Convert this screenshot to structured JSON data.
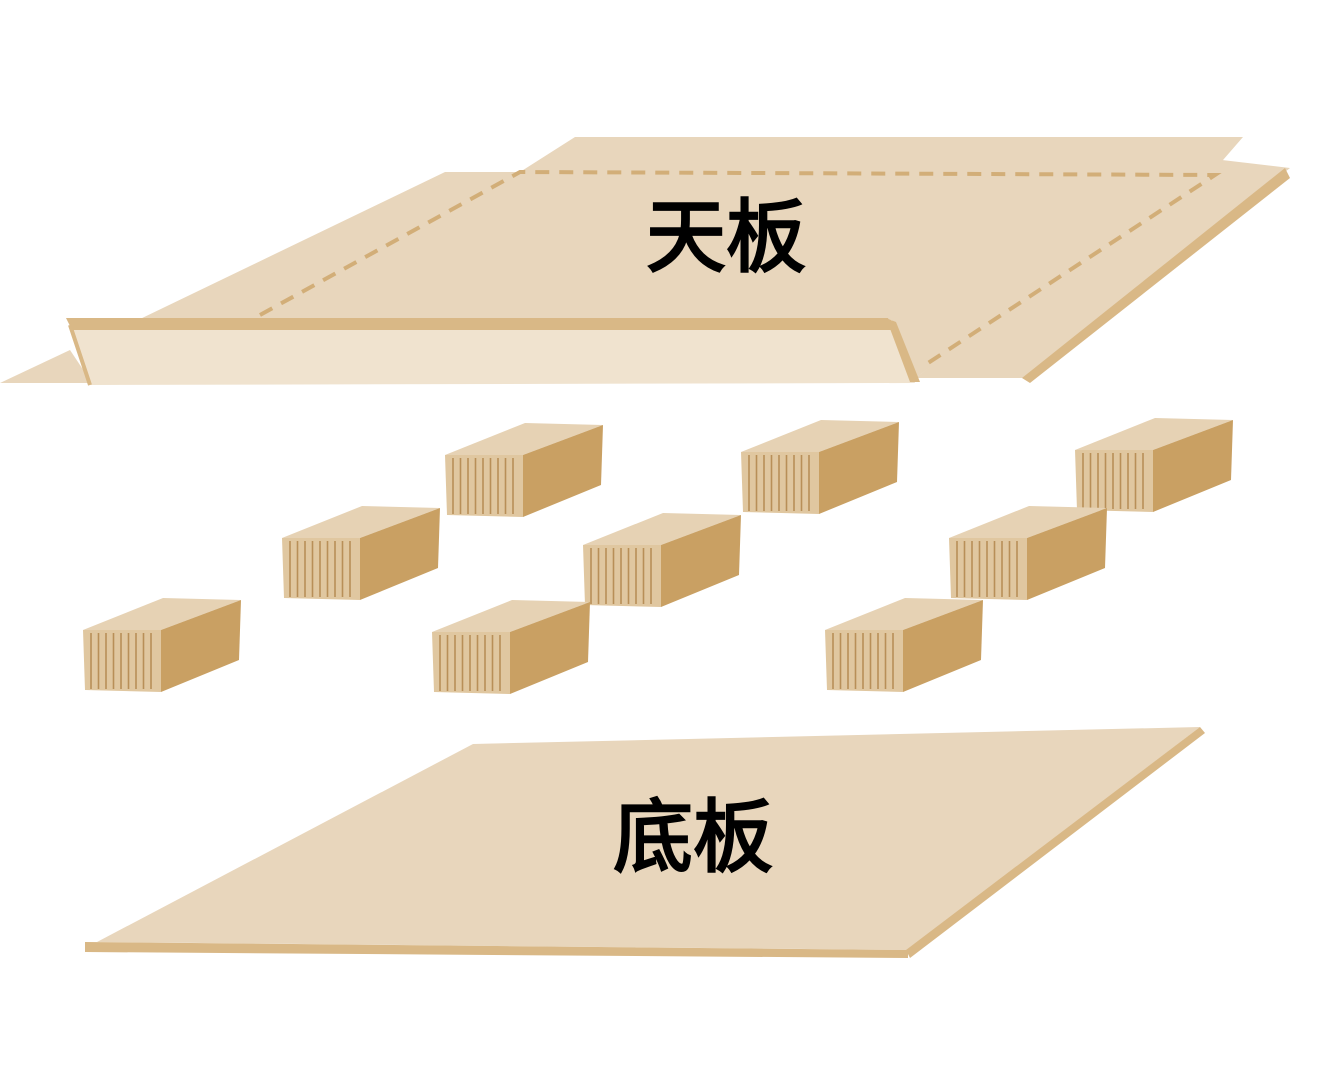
{
  "labels": {
    "top_board": "天板",
    "bottom_board": "底板"
  },
  "colors": {
    "board_face": "#E8D6BC",
    "board_front": "#F0E3CF",
    "board_edge": "#D9B886",
    "dashed_line": "#D2AE78",
    "block_top": "#E6D2B4",
    "block_front": "#E0C7A0",
    "block_side": "#C9A063",
    "block_lines": "#B88F58",
    "label_text": "#000000"
  },
  "block_count": 9
}
